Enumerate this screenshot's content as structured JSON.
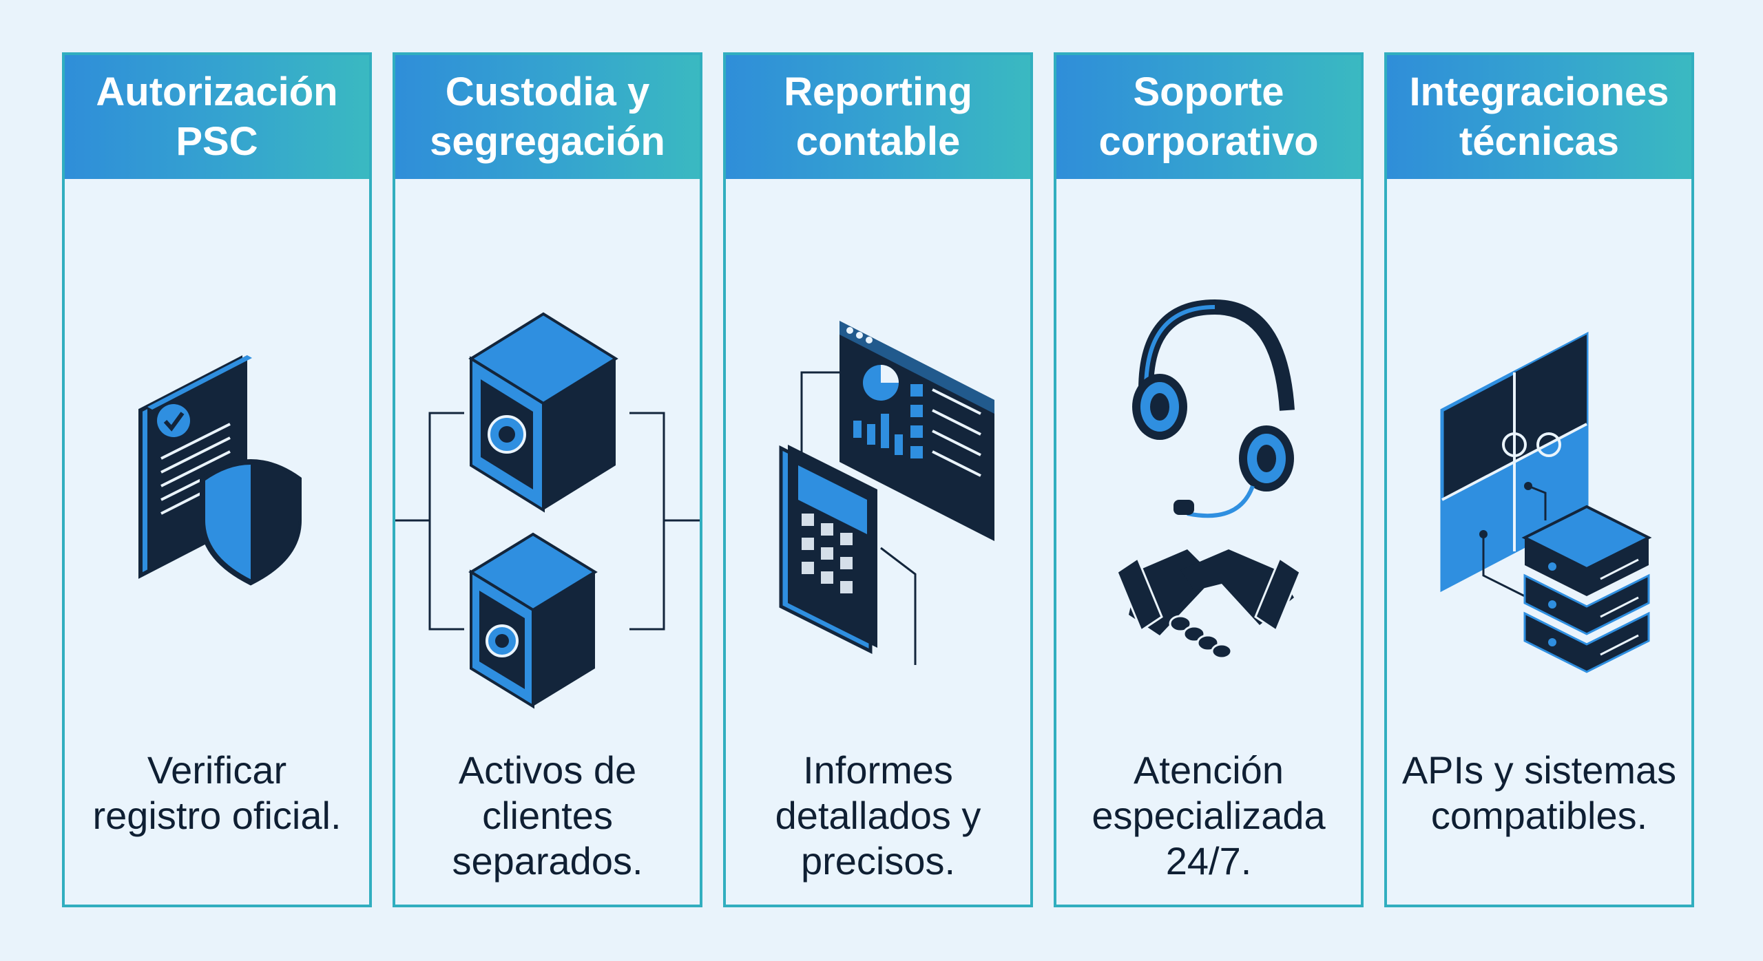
{
  "colors": {
    "header_start": "#2f8ed9",
    "header_end": "#3ab9c1",
    "border": "#31aebf",
    "icon_dark": "#13253b",
    "icon_blue": "#2f8fe0",
    "background": "#e9f3fb"
  },
  "cards": [
    {
      "title": "Autorización\nPSC",
      "description": "Verificar\nregistro oficial.",
      "icon": "certified-document-shield-icon"
    },
    {
      "title": "Custodia y\nsegregación",
      "description": "Activos de\nclientes\nseparados.",
      "icon": "separate-safes-icon"
    },
    {
      "title": "Reporting\ncontable",
      "description": "Informes\ndetallados y\nprecisos.",
      "icon": "report-dashboard-calculator-icon"
    },
    {
      "title": "Soporte\ncorporativo",
      "description": "Atención\nespecializada\n24/7.",
      "icon": "headset-handshake-icon"
    },
    {
      "title": "Integraciones\ntécnicas",
      "description": "APIs y sistemas\ncompatibles.",
      "icon": "puzzle-servers-icon"
    }
  ]
}
